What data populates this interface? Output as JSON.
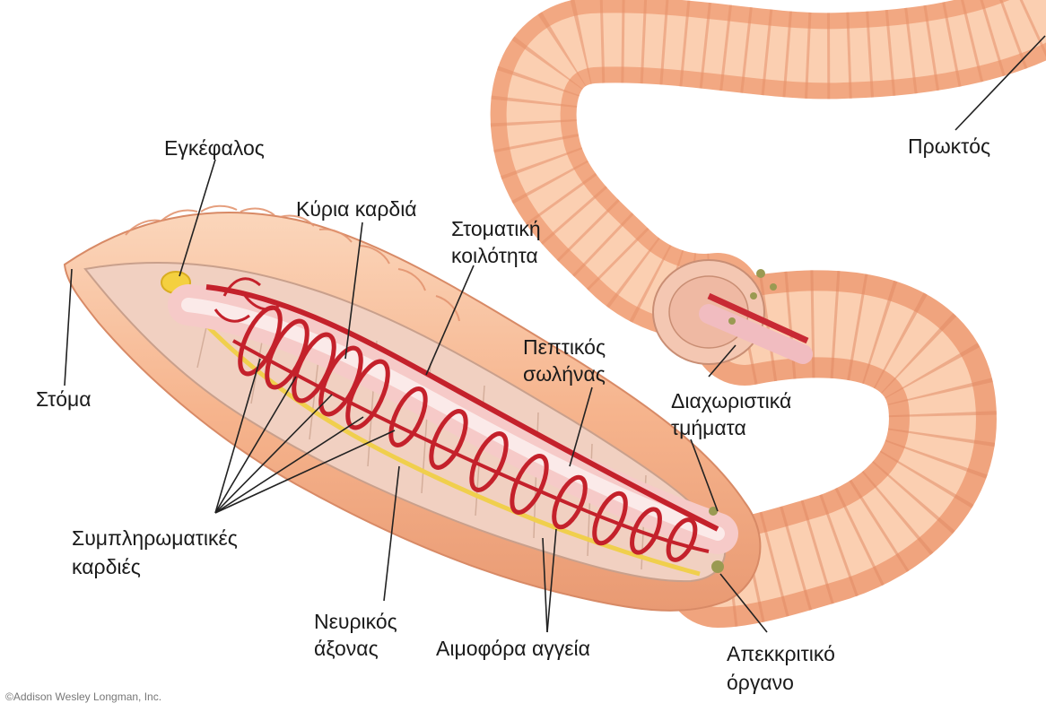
{
  "labels": {
    "brain": "Εγκέφαλος",
    "main_heart": "Κύρια καρδιά",
    "oral_cavity_line1": "Στοματική",
    "oral_cavity_line2": "κοιλότητα",
    "anus": "Πρωκτός",
    "mouth": "Στόμα",
    "digestive_tube_line1": "Πεπτικός",
    "digestive_tube_line2": "σωλήνας",
    "septa_line1": "Διαχωριστικά",
    "septa_line2": "τμήματα",
    "aux_hearts_line1": "Συμπληρωματικές",
    "aux_hearts_line2": "καρδιές",
    "nerve_cord_line1": "Νευρικός",
    "nerve_cord_line2": "άξονας",
    "blood_vessels": "Αιμοφόρα αγγεία",
    "excretory_organ_line1": "Απεκκριτικό",
    "excretory_organ_line2": "όργανο"
  },
  "credit": "©Addison Wesley Longman, Inc.",
  "colors": {
    "skin": "#f6b58f",
    "skin_light": "#fbd3b6",
    "skin_shadow": "#e89a72",
    "cavity": "#f3d2c4",
    "vessel": "#c8202a",
    "gut": "#f7c9c7",
    "nerve": "#f2d35a",
    "leader": "#222222"
  }
}
